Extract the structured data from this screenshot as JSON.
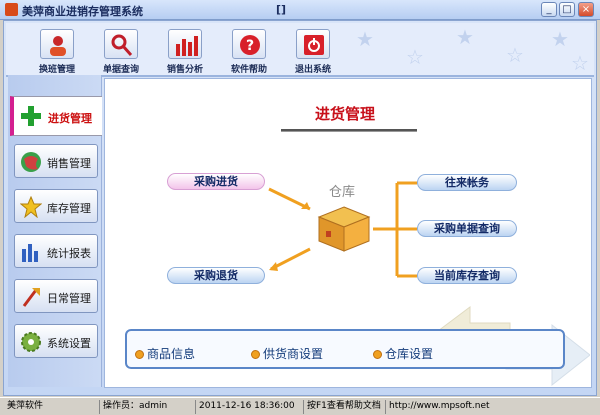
{
  "window": {
    "title": "美萍商业进销存管理系统",
    "bracket": "[]",
    "min": "_",
    "max": "□",
    "close": "×"
  },
  "toolbar": [
    {
      "label": "换班管理",
      "icon": "user-icon"
    },
    {
      "label": "单据查询",
      "icon": "magnifier-icon"
    },
    {
      "label": "销售分析",
      "icon": "bar-chart-icon"
    },
    {
      "label": "软件帮助",
      "icon": "help-icon"
    },
    {
      "label": "退出系统",
      "icon": "power-icon"
    }
  ],
  "sidebar": {
    "active": {
      "label": "进货管理",
      "icon": "plus-icon"
    },
    "items": [
      {
        "label": "销售管理",
        "icon": "globe-icon"
      },
      {
        "label": "库存管理",
        "icon": "star-icon"
      },
      {
        "label": "统计报表",
        "icon": "chart-icon"
      },
      {
        "label": "日常管理",
        "icon": "broom-icon"
      },
      {
        "label": "系统设置",
        "icon": "gear-icon"
      }
    ]
  },
  "content": {
    "title": "进货管理",
    "warehouse_label": "仓库",
    "left_actions": {
      "purchase_in": "采购进货",
      "purchase_return": "采购退货"
    },
    "right_actions": {
      "accounts": "往来帐务",
      "purchase_query": "采购单据查询",
      "stock_query": "当前库存查询"
    },
    "bottom_links": {
      "goods": "商品信息",
      "supplier": "供货商设置",
      "warehouse": "仓库设置"
    }
  },
  "status": {
    "company": "美萍软件",
    "operator": "操作员：admin",
    "datetime": "2011-12-16 18:36:00",
    "help": "按F1查看帮助文档",
    "url": "http://www.mpsoft.net"
  },
  "colors": {
    "accent_red": "#c8101a",
    "link_blue": "#132a66",
    "frame_blue": "#c4d6f4"
  }
}
